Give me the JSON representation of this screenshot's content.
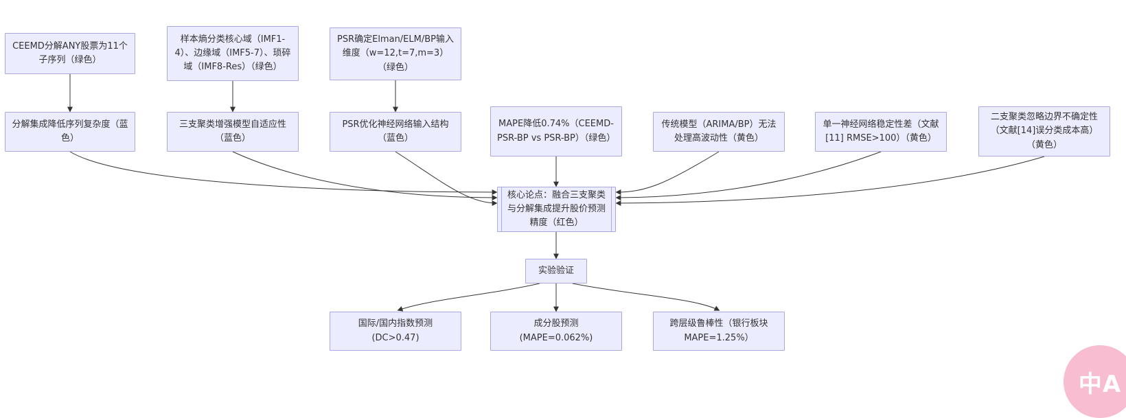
{
  "colors": {
    "node_fill": "#ECECFF",
    "node_border": "#A9A9DE",
    "node_text": "#333333",
    "edge": "#333333",
    "badge_bg": "#F8BDD0",
    "badge_text": "#FFFFFF"
  },
  "nodes": {
    "ceemd": {
      "label": "CEEMD分解ANY股票为11个子序列（绿色）"
    },
    "sample_entropy": {
      "label": "样本熵分类核心域（IMF1-4）、边缘域（IMF5-7）、琐碎域（IMF8-Res）（绿色）"
    },
    "psr_dimension": {
      "label": "PSR确定Elman/ELM/BP输入维度（w=12,t=7,m=3）（绿色）"
    },
    "decomposition": {
      "label": "分解集成降低序列复杂度（蓝色）"
    },
    "three_way": {
      "label": "三支聚类增强模型自适应性（蓝色）"
    },
    "psr_structure": {
      "label": "PSR优化神经网络输入结构（蓝色）"
    },
    "mape_reduction": {
      "label": "MAPE降低0.74%（CEEMD-PSR-BP vs PSR-BP）（绿色）"
    },
    "traditional": {
      "label": "传统模型（ARIMA/BP）无法处理高波动性（黄色）"
    },
    "single_nn": {
      "label": "单一神经网络稳定性差（文献[11] RMSE>100）（黄色）"
    },
    "two_way": {
      "label": "二支聚类忽略边界不确定性（文献[14]误分类成本高）（黄色）"
    },
    "core_thesis": {
      "label": "核心论点：融合三支聚类与分解集成提升股价预测精度（红色）"
    },
    "experiment": {
      "label": "实验验证"
    },
    "index_prediction": {
      "label": "国际/国内指数预测 (DC>0.47)"
    },
    "constituent_prediction": {
      "label": "成分股预测 (MAPE=0.062%)"
    },
    "robustness": {
      "label": "跨层级鲁棒性（银行板块MAPE=1.25%）"
    }
  },
  "badge": {
    "label": "中A"
  }
}
